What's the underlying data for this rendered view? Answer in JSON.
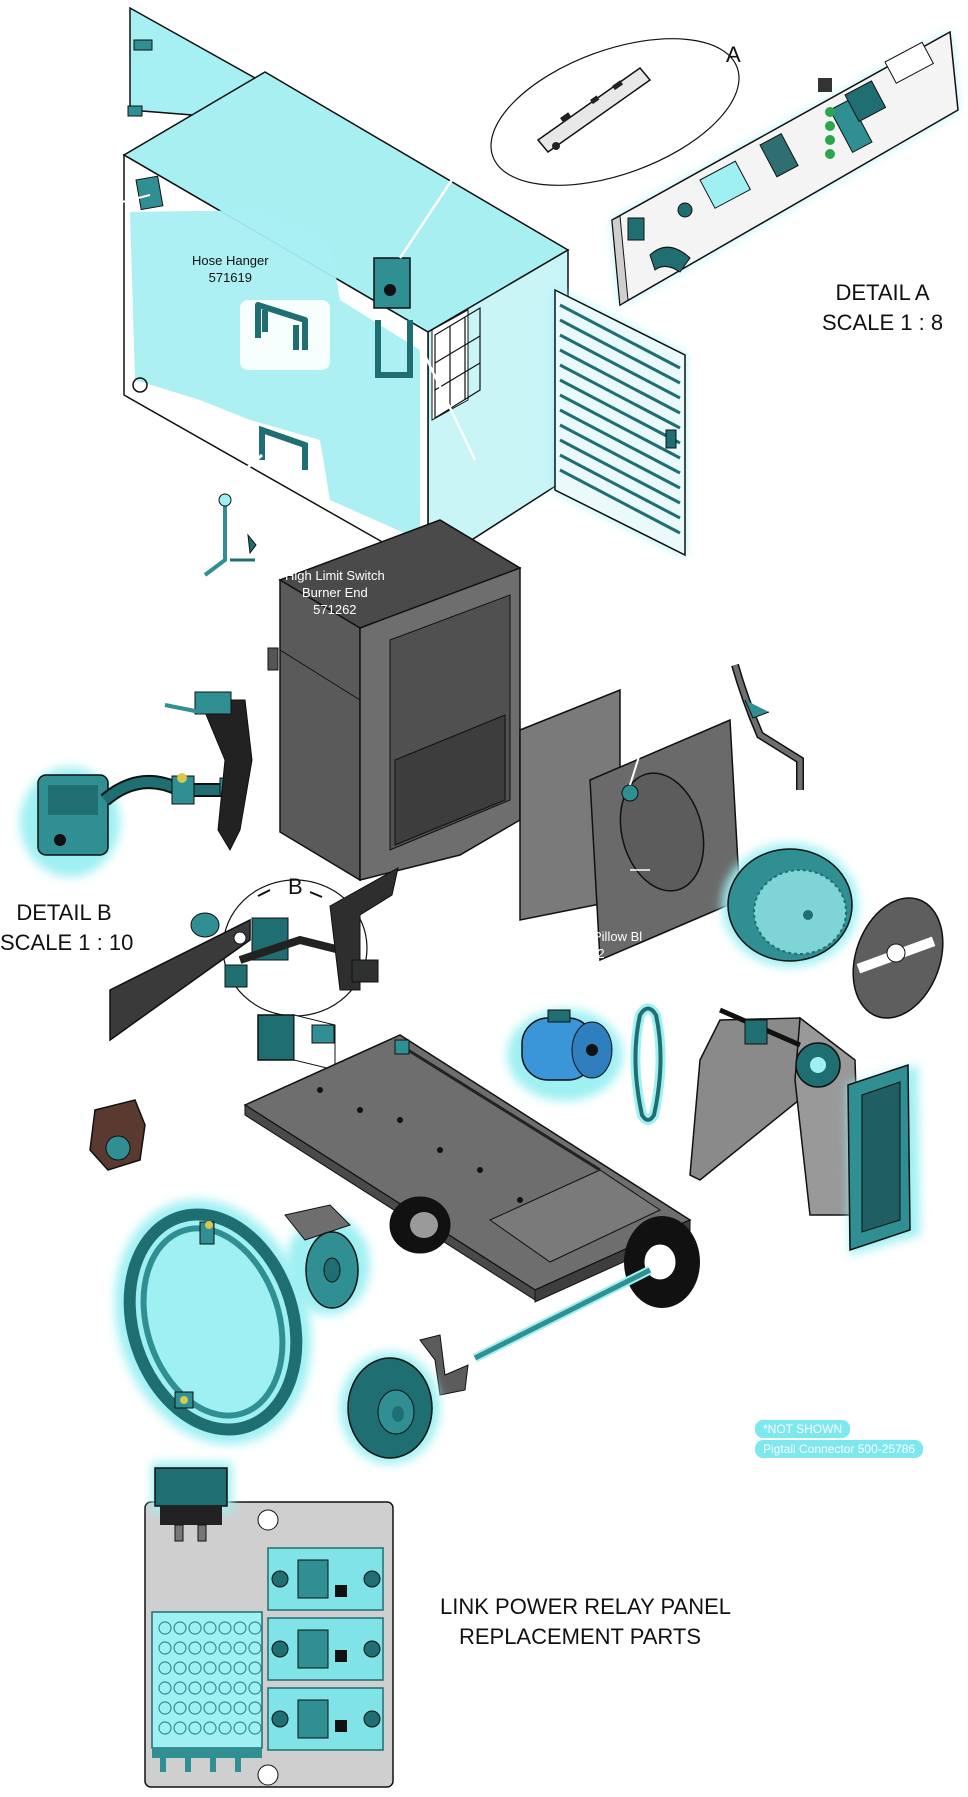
{
  "labels": {
    "hose_hanger": {
      "name": "Hose Hanger",
      "part": "571619"
    },
    "high_limit": {
      "line1": "High Limit Switch",
      "line2": "Burner End",
      "part": "571262"
    },
    "pillow": "Pillow Bl",
    "pillow_sub": "(2",
    "detail_a": {
      "title": "DETAIL A",
      "scale": "SCALE 1 : 8",
      "marker": "A"
    },
    "detail_b": {
      "title": "DETAIL B",
      "scale": "SCALE 1 : 10",
      "marker": "B"
    },
    "not_shown": "*NOT SHOWN",
    "pigtail": "Pigtail Connector 500-25786",
    "relay_panel": {
      "line1": "LINK POWER RELAY PANEL",
      "line2": "REPLACEMENT PARTS"
    }
  },
  "colors": {
    "highlight": "#9ff0f3",
    "highlight_glow": "#7fe8ee",
    "teal_dark": "#1f6f72",
    "teal_mid": "#2f8f93",
    "metal_dark": "#5a5a5a",
    "metal_mid": "#777777",
    "motor_blue": "#3a96d8",
    "outline": "#111111"
  }
}
